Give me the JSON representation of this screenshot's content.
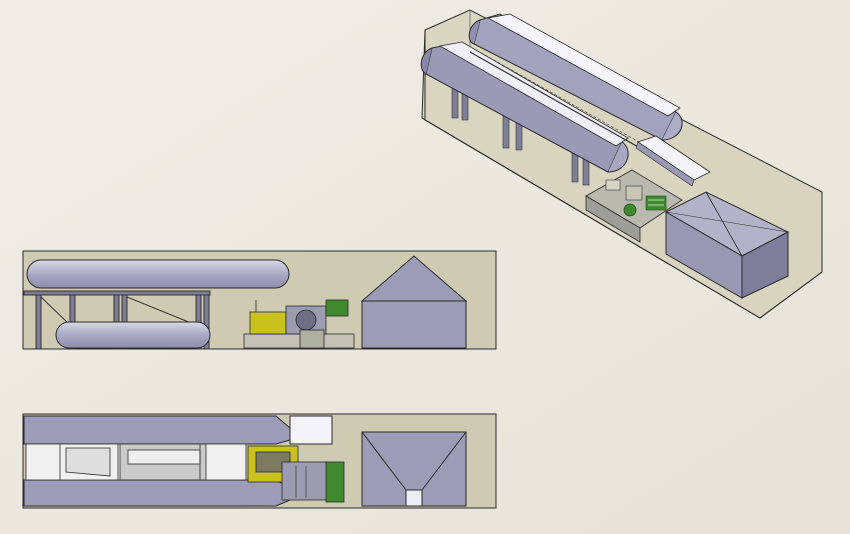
{
  "colors": {
    "background": "#eceae1",
    "container_fill": "#cfcbb3",
    "container_stroke": "#2a2a2a",
    "tank_fill": "#a9a9c4",
    "tank_light": "#f2f2f8",
    "hopper_fill": "#9c9cb6",
    "machine_green": "#3f8a2e",
    "machine_yellow": "#c9c21e"
  },
  "views": [
    {
      "name": "isometric-view",
      "icon": "isometric-layout-drawing"
    },
    {
      "name": "side-elevation-view",
      "icon": "side-elevation-drawing"
    },
    {
      "name": "top-plan-view",
      "icon": "top-plan-drawing"
    }
  ]
}
